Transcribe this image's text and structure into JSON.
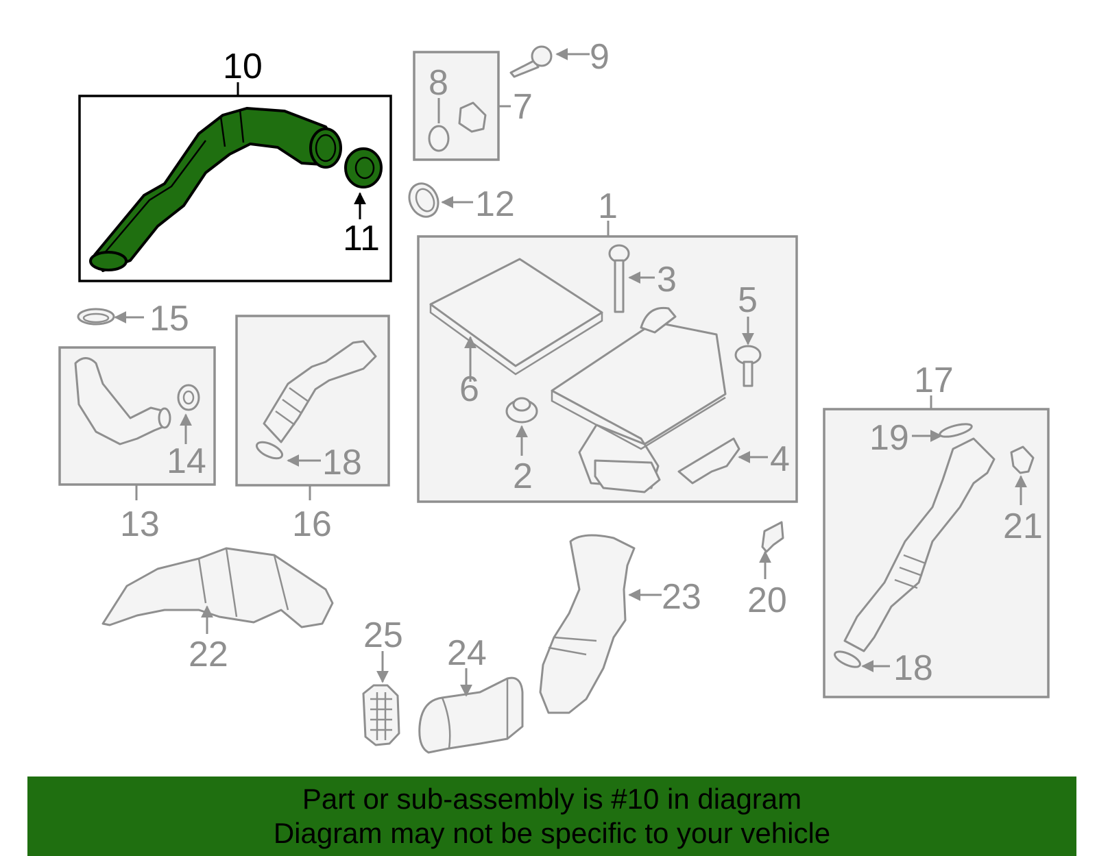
{
  "highlight_color": "#1f6f10",
  "part_color": "#8f8f8f",
  "callouts": {
    "c1": "1",
    "c2": "2",
    "c3": "3",
    "c4": "4",
    "c5": "5",
    "c6": "6",
    "c7": "7",
    "c8": "8",
    "c9": "9",
    "c10": "10",
    "c11": "11",
    "c12": "12",
    "c13": "13",
    "c14": "14",
    "c15": "15",
    "c16": "16",
    "c17": "17",
    "c18a": "18",
    "c18b": "18",
    "c19": "19",
    "c20": "20",
    "c21": "21",
    "c22": "22",
    "c23": "23",
    "c24": "24",
    "c25": "25"
  },
  "highlighted_parts": [
    "10",
    "11"
  ],
  "banner": {
    "line1": "Part or sub-assembly is #10 in diagram",
    "line2": "Diagram may not be specific to your vehicle"
  }
}
